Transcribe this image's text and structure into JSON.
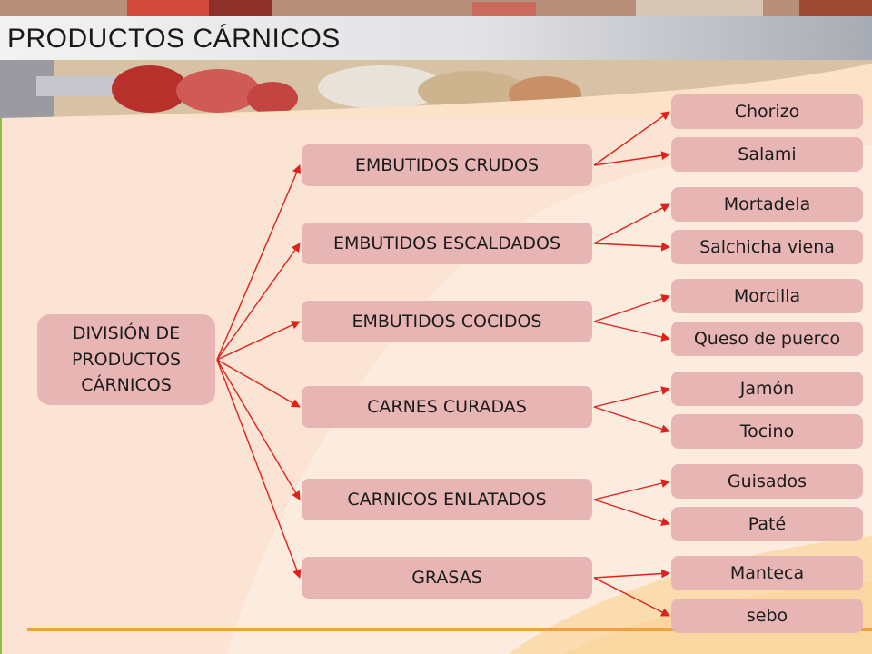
{
  "page": {
    "title": "PRODUCTOS CÁRNICOS"
  },
  "root": {
    "label": "DIVISIÓN DE\nPRODUCTOS\nCÁRNICOS"
  },
  "categories": [
    {
      "label": "EMBUTIDOS CRUDOS",
      "children": [
        "Chorizo",
        "Salami"
      ]
    },
    {
      "label": "EMBUTIDOS ESCALDADOS",
      "children": [
        "Mortadela",
        "Salchicha viena"
      ]
    },
    {
      "label": "EMBUTIDOS COCIDOS",
      "children": [
        "Morcilla",
        "Queso de puerco"
      ]
    },
    {
      "label": "CARNES CURADAS",
      "children": [
        "Jamón",
        "Tocino"
      ]
    },
    {
      "label": "CARNICOS ENLATADOS",
      "children": [
        "Guisados",
        "Paté"
      ]
    },
    {
      "label": "GRASAS",
      "children": [
        "Manteca",
        "sebo"
      ]
    }
  ],
  "colors": {
    "arrow": "#e0201a",
    "box": "#e8b5b5",
    "accent": "#f0a040"
  }
}
